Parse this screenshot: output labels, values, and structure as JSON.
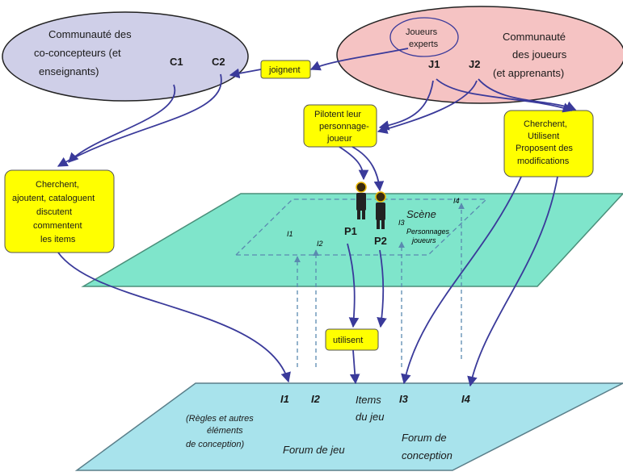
{
  "ellipses": {
    "co_designers": [
      "Communauté  des",
      "co-concepteurs (et",
      "enseignants)"
    ],
    "players": [
      "Communauté",
      "des joueurs",
      "(et apprenants)"
    ],
    "expert_players": [
      "Joueurs",
      "experts"
    ]
  },
  "actors": {
    "c1": "C1",
    "c2": "C2",
    "j1": "J1",
    "j2": "J2",
    "p1": "P1",
    "p2": "P2"
  },
  "boxes": {
    "joignent": "joignent",
    "pilotent": [
      "Pilotent leur",
      "personnage-",
      "joueur"
    ],
    "cherchent_players": [
      "Cherchent,",
      "Utilisent",
      "Proposent des",
      "modifications"
    ],
    "cherchent_designers": [
      "Cherchent,",
      "ajoutent, cataloguent",
      "discutent",
      "commentent",
      "les items"
    ],
    "utilisent": "utilisent"
  },
  "scene": {
    "title": "Scène",
    "sublabel": [
      "Personnages",
      "joueurs"
    ],
    "items": {
      "i1": "I1",
      "i2": "I2",
      "i3": "I3",
      "i4": "I4"
    }
  },
  "forum": {
    "items": {
      "i1": "I1",
      "i2": "I2",
      "i3": "I3",
      "i4": "I4"
    },
    "items_label": [
      "Items",
      "du jeu"
    ],
    "rules_label": [
      "(Règles et autres",
      "éléments",
      "de conception)"
    ],
    "forum_jeu": "Forum de jeu",
    "forum_conception": [
      "Forum de",
      "conception"
    ]
  },
  "colors": {
    "designers_fill": "#cfcfe8",
    "players_fill": "#f5c3c3",
    "box_fill": "#ffff00",
    "scene_fill": "#7fe5cb",
    "forum_fill": "#a8e3ec",
    "arrow": "#3a3a9a",
    "dashed_arrow": "#5a8ab0"
  }
}
